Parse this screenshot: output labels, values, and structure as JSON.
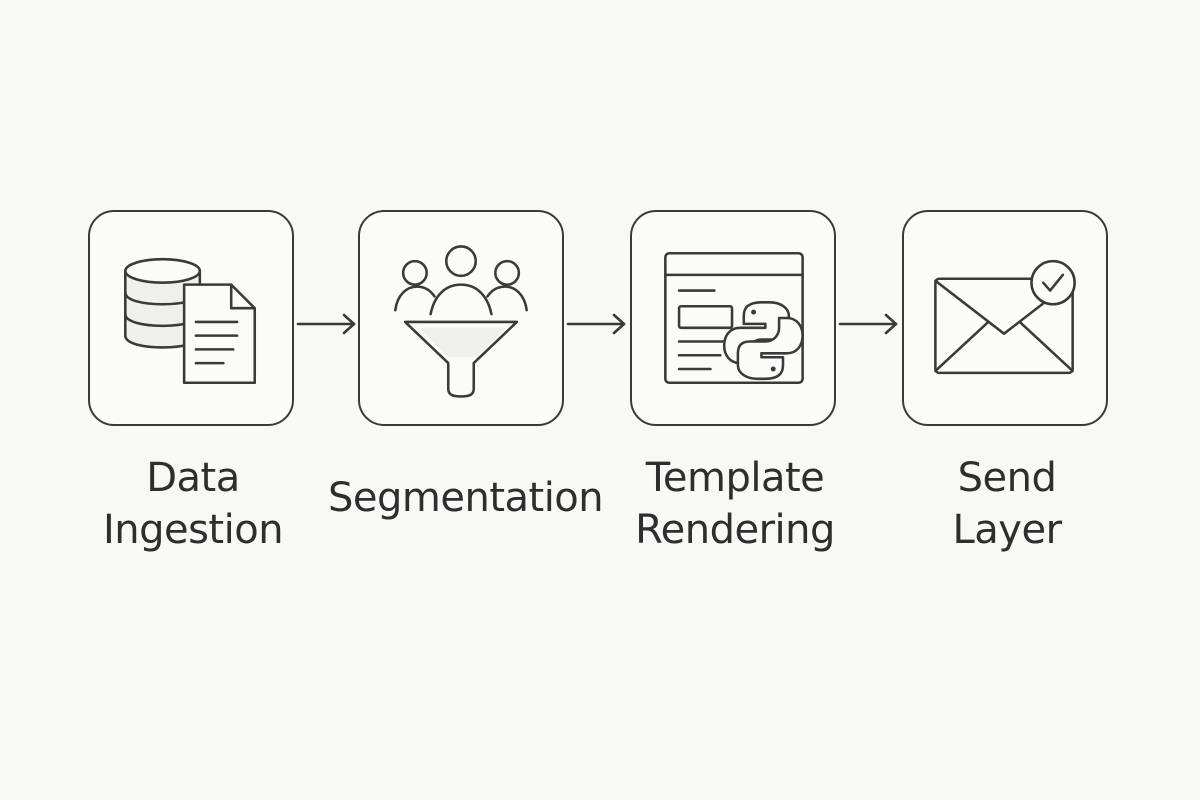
{
  "steps": [
    {
      "label_line1": "Data",
      "label_line2": "Ingestion",
      "icon": "database-document-icon"
    },
    {
      "label_line1": "Segmentation",
      "label_line2": "",
      "icon": "users-funnel-icon"
    },
    {
      "label_line1": "Template",
      "label_line2": "Rendering",
      "icon": "template-python-icon"
    },
    {
      "label_line1": "Send",
      "label_line2": "Layer",
      "icon": "envelope-check-icon"
    }
  ],
  "colors": {
    "stroke": "#3a3a3a",
    "background": "#f8f8f6"
  }
}
